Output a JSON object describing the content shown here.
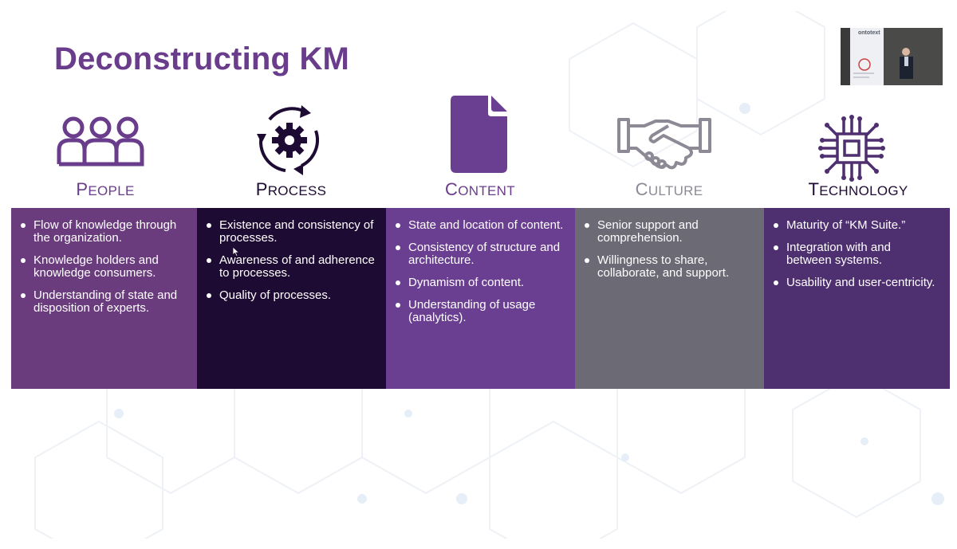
{
  "slide": {
    "title": "Deconstructing KM",
    "video_banner": "ontotext"
  },
  "columns": [
    {
      "key": "people",
      "label_first": "P",
      "label_rest": "EOPLE",
      "icon": "people-icon",
      "bullets": [
        "Flow of knowledge through the organization.",
        "Knowledge holders and knowledge consumers.",
        "Understanding of state and disposition of experts."
      ]
    },
    {
      "key": "process",
      "label_first": "P",
      "label_rest": "ROCESS",
      "icon": "gear-cycle-icon",
      "bullets": [
        "Existence and consistency of processes.",
        "Awareness of and adherence to processes.",
        "Quality of processes."
      ]
    },
    {
      "key": "content",
      "label_first": "C",
      "label_rest": "ONTENT",
      "icon": "document-icon",
      "bullets": [
        "State and location of content.",
        "Consistency of structure and architecture.",
        "Dynamism of content.",
        "Understanding of usage (analytics)."
      ]
    },
    {
      "key": "culture",
      "label_first": "C",
      "label_rest": "ULTURE",
      "icon": "handshake-icon",
      "bullets": [
        "Senior support and comprehension.",
        "Willingness to share, collaborate, and support."
      ]
    },
    {
      "key": "technology",
      "label_first": "T",
      "label_rest": "ECHNOLOGY",
      "icon": "chip-icon",
      "bullets": [
        "Maturity of “KM Suite.”",
        "Integration with and between systems.",
        "Usability and user-centricity."
      ]
    }
  ],
  "colors": {
    "title": "#6a3c8c",
    "people": "#6a3c7e",
    "process": "#1e0b33",
    "content": "#6a3f91",
    "culture": "#6c6a75",
    "technology": "#4e2f6f"
  }
}
